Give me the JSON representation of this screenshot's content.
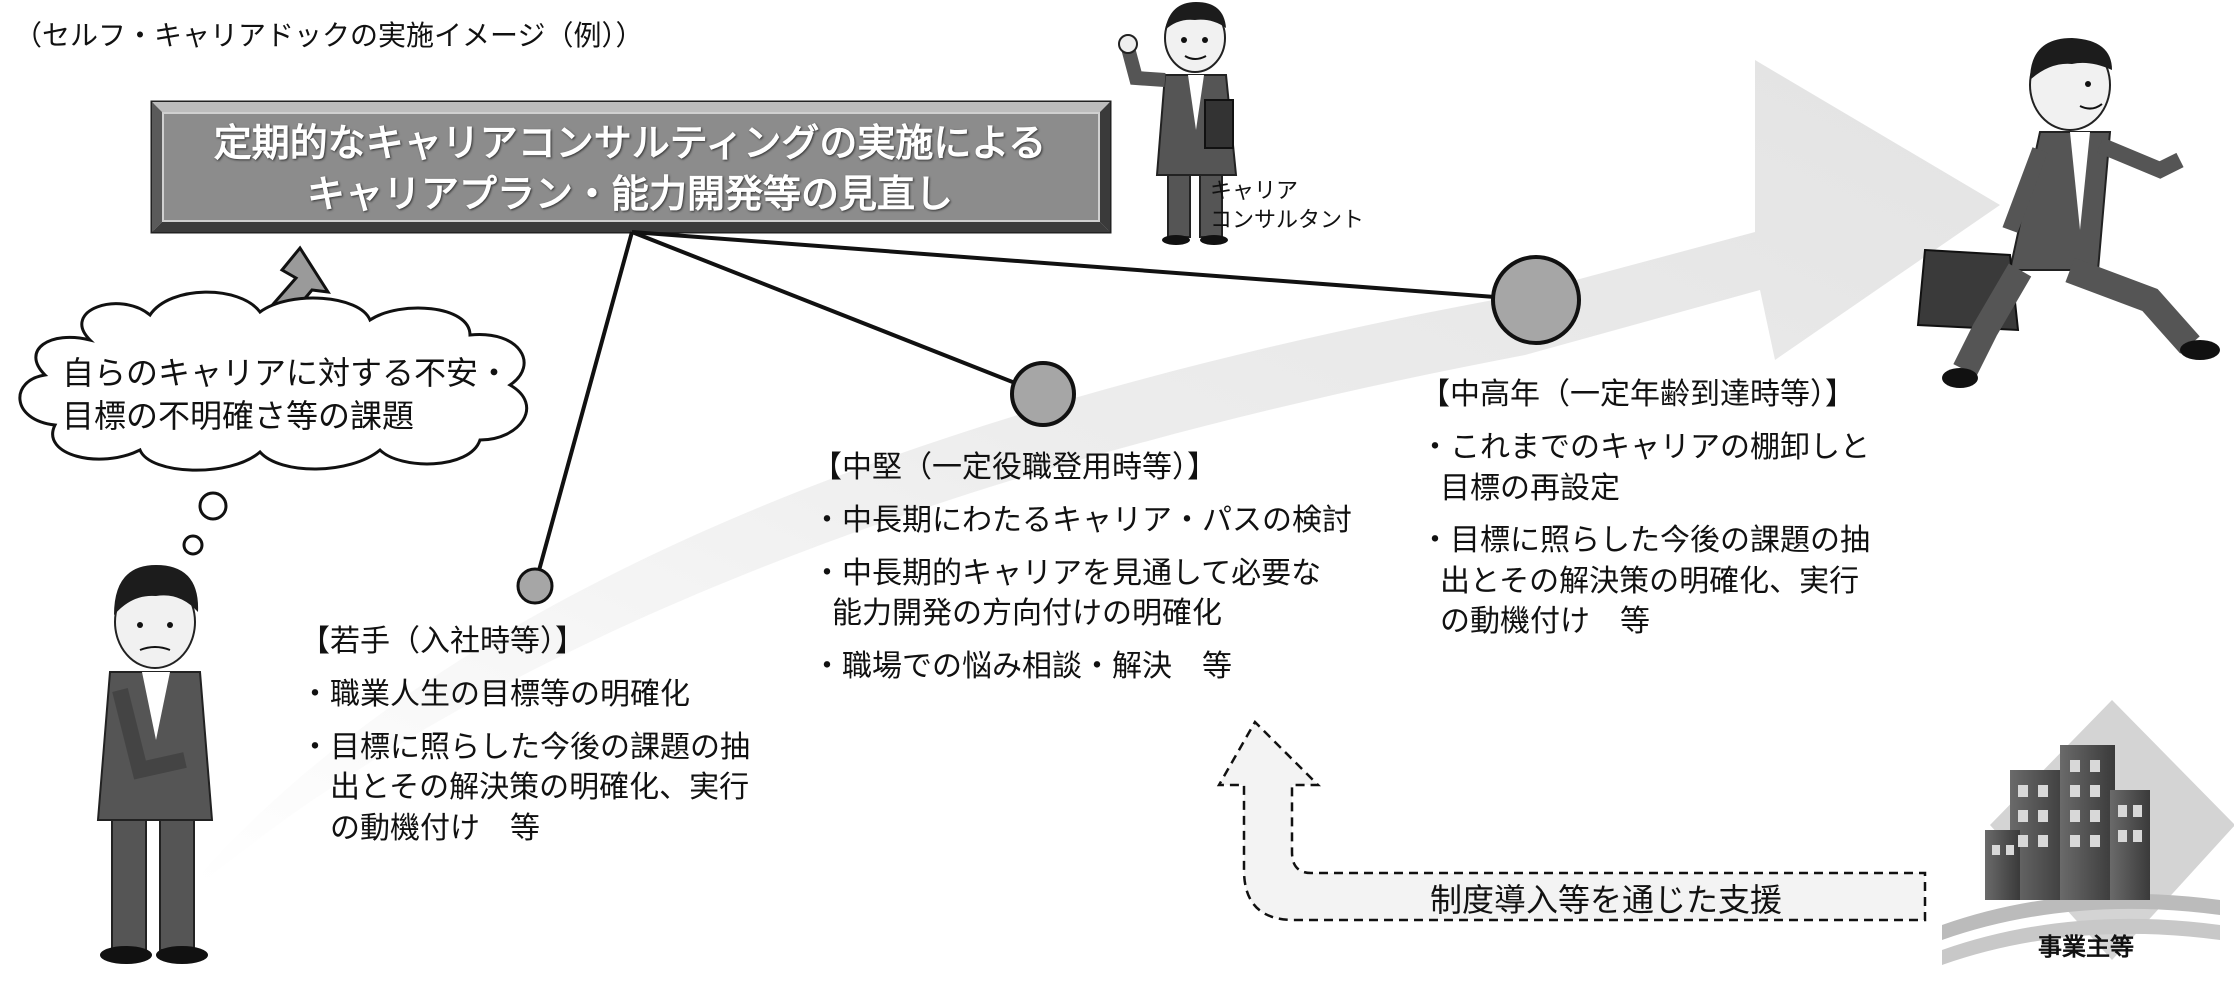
{
  "caption": "（セルフ・キャリアドックの実施イメージ（例））",
  "title": {
    "line1": "定期的なキャリアコンサルティングの実施による",
    "line2": "キャリアプラン・能力開発等の見直し"
  },
  "consultant_label": {
    "line1": "キャリア",
    "line2": "コンサルタント"
  },
  "worry": {
    "line1": "自らのキャリアに対する不安・",
    "line2": "目標の不明確さ等の課題"
  },
  "stages": {
    "young": {
      "heading": "【若手（入社時等）】",
      "items": [
        {
          "lines": [
            "・職業人生の目標等の明確化"
          ]
        },
        {
          "lines": [
            "・目標に照らした今後の課題の抽",
            "出とその解決策の明確化、実行",
            "の動機付け　等"
          ]
        }
      ]
    },
    "mid": {
      "heading": "【中堅（一定役職登用時等）】",
      "items": [
        {
          "lines": [
            "・中長期にわたるキャリア・パスの検討"
          ]
        },
        {
          "lines": [
            "・中長期的キャリアを見通して必要な",
            "能力開発の方向付けの明確化"
          ]
        },
        {
          "lines": [
            "・職場での悩み相談・解決　等"
          ]
        }
      ]
    },
    "senior": {
      "heading": "【中高年（一定年齢到達時等）】",
      "items": [
        {
          "lines": [
            "・これまでのキャリアの棚卸しと",
            "目標の再設定"
          ]
        },
        {
          "lines": [
            "・目標に照らした今後の課題の抽",
            "出とその解決策の明確化、実行",
            "の動機付け　等"
          ]
        }
      ]
    }
  },
  "support": "制度導入等を通じた支援",
  "employer_label": "事業主等",
  "colors": {
    "title_box": "#8c8c8c",
    "big_arrow": "#eeeeee",
    "node_fill": "#a6a6a6",
    "suit": "#555555"
  }
}
